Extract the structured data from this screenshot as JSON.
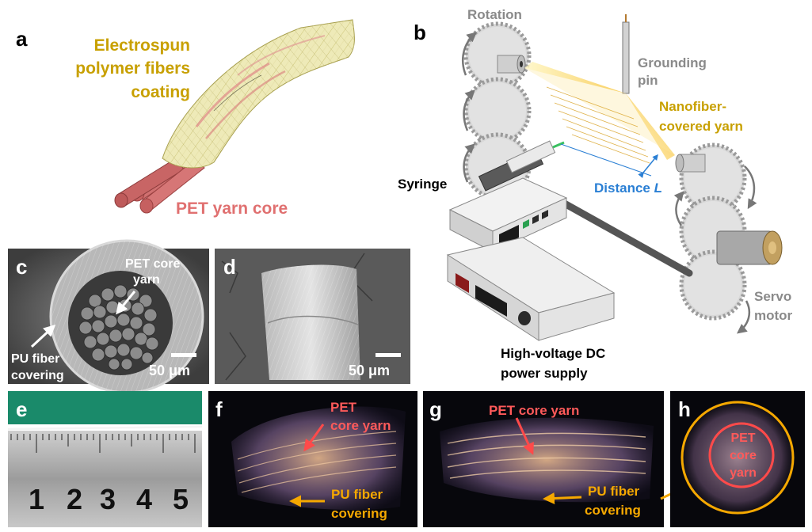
{
  "panels": {
    "a": {
      "letter": "a",
      "coating_label": [
        "Electrospun",
        "polymer fibers",
        "coating"
      ],
      "core_label": "PET yarn core"
    },
    "b": {
      "letter": "b",
      "rotation": "Rotation",
      "grounding_pin": [
        "Grounding",
        "pin"
      ],
      "nanofiber_yarn": [
        "Nanofiber-",
        "covered yarn"
      ],
      "distance": "Distance ",
      "distance_var": "L",
      "syringe": "Syringe",
      "power_supply": [
        "High-voltage DC",
        "power supply"
      ],
      "servo_motor": [
        "Servo",
        "motor"
      ]
    },
    "c": {
      "letter": "c",
      "pet_core": [
        "PET  core",
        "yarn"
      ],
      "pu_covering": [
        "PU fiber",
        "covering"
      ],
      "scale": "50 μm"
    },
    "d": {
      "letter": "d",
      "scale": "50 μm"
    },
    "e": {
      "letter": "e",
      "ruler_numbers": [
        "1",
        "2",
        "3",
        "4",
        "5"
      ]
    },
    "f": {
      "letter": "f",
      "pet_core": [
        "PET",
        "core yarn"
      ],
      "pu_covering": [
        "PU fiber",
        "covering"
      ]
    },
    "g": {
      "letter": "g",
      "pet_core": "PET  core yarn",
      "pu_covering": [
        "PU fiber",
        "covering"
      ]
    },
    "h": {
      "letter": "h",
      "pet_core": [
        "PET",
        "core",
        "yarn"
      ]
    }
  },
  "colors": {
    "gold": "#c8a000",
    "salmon": "#e07070",
    "gray_text": "#8a8a8a",
    "blue": "#2a7fd4",
    "orange": "#f5a800",
    "red_label": "#ff5a5a"
  }
}
